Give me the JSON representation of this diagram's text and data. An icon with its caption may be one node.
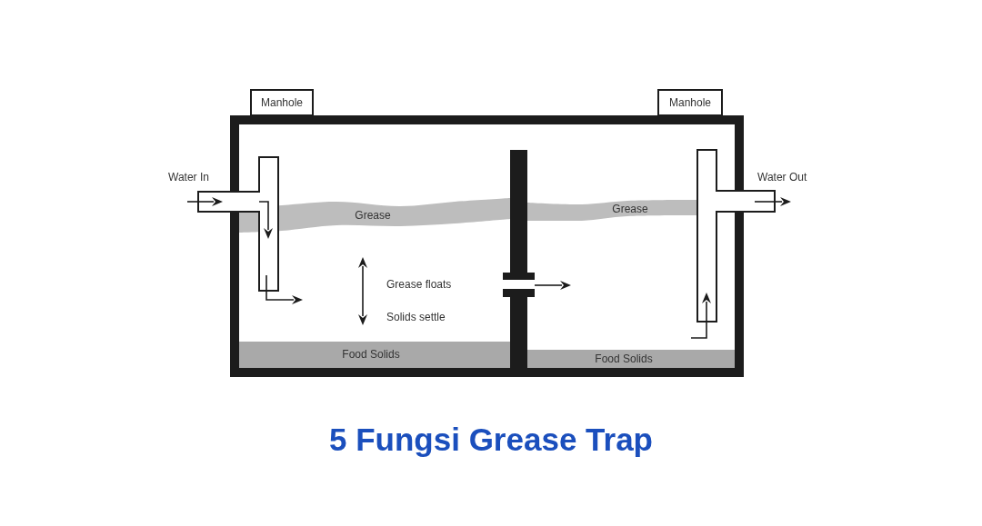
{
  "diagram": {
    "title": "5 Fungsi Grease Trap",
    "nodes": [
      {
        "text": [
          "Manhole"
        ]
      },
      {
        "text": [
          "Manhole"
        ]
      },
      {
        "text": [],
        "shape": "box"
      },
      {
        "text": [
          "Grease"
        ],
        "in": 2
      },
      {
        "text": [
          "Grease"
        ],
        "in": 2
      },
      {
        "text": [
          "Food Solids"
        ],
        "in": 2
      },
      {
        "text": [
          "Food Solids"
        ],
        "in": 2
      }
    ],
    "labels": [
      "Water In",
      "Water Out",
      "Grease floats",
      "Solids settle"
    ]
  }
}
